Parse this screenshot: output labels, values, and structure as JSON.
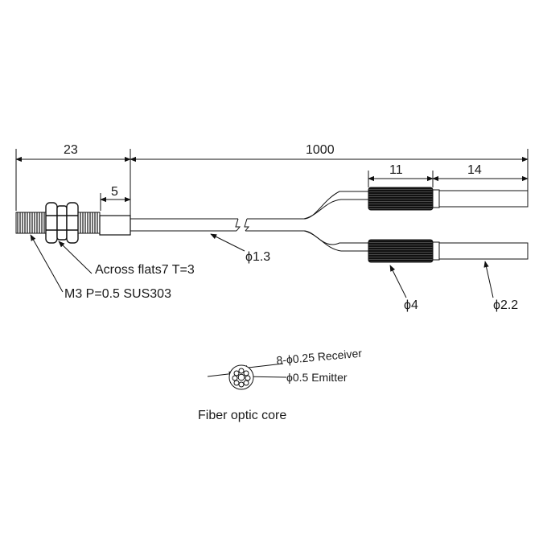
{
  "dimensions": {
    "thread_length": "23",
    "total_length": "1000",
    "tip_length": "5",
    "sleeve_length": "11",
    "end_length": "14"
  },
  "annotations": {
    "across_flats": "Across flats7 T=3",
    "thread_spec": "M3 P=0.5 SUS303",
    "fiber_diameter": "ϕ1.3",
    "sleeve_diameter": "ϕ4",
    "end_diameter": "ϕ2.2"
  },
  "core_detail": {
    "receiver": "8-ϕ0.25 Receiver",
    "emitter": "ϕ0.5 Emitter",
    "caption": "Fiber optic core"
  }
}
